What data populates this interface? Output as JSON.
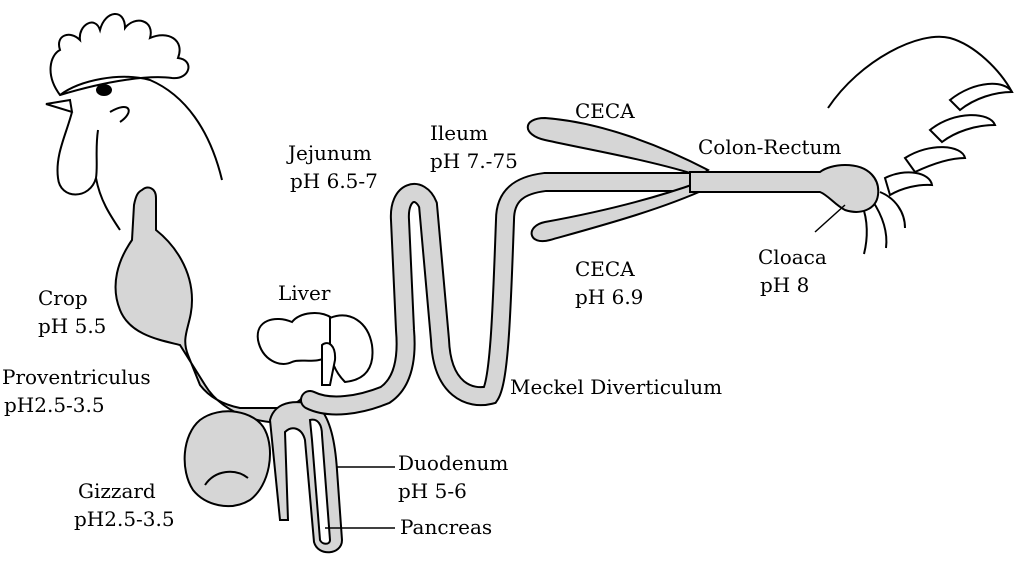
{
  "labels": {
    "crop": {
      "name": "Crop",
      "ph": "pH 5.5"
    },
    "proventriculus": {
      "name": "Proventriculus",
      "ph": "pH2.5-3.5"
    },
    "gizzard": {
      "name": "Gizzard",
      "ph": "pH2.5-3.5"
    },
    "liver": {
      "name": "Liver"
    },
    "jejunum": {
      "name": "Jejunum",
      "ph": "pH 6.5-7"
    },
    "ileum": {
      "name": "Ileum",
      "ph": "pH 7.-75"
    },
    "ceca_top": {
      "name": "CECA"
    },
    "ceca_bottom": {
      "name": "CECA",
      "ph": "pH 6.9"
    },
    "colon_rectum": {
      "name": "Colon-Rectum"
    },
    "cloaca": {
      "name": "Cloaca",
      "ph": "pH 8"
    },
    "meckel": {
      "name": "Meckel Diverticulum"
    },
    "duodenum": {
      "name": "Duodenum",
      "ph": "pH 5-6"
    },
    "pancreas": {
      "name": "Pancreas"
    }
  },
  "colors": {
    "organ_fill": "#d6d6d6",
    "outline": "#000000",
    "background": "#ffffff"
  }
}
